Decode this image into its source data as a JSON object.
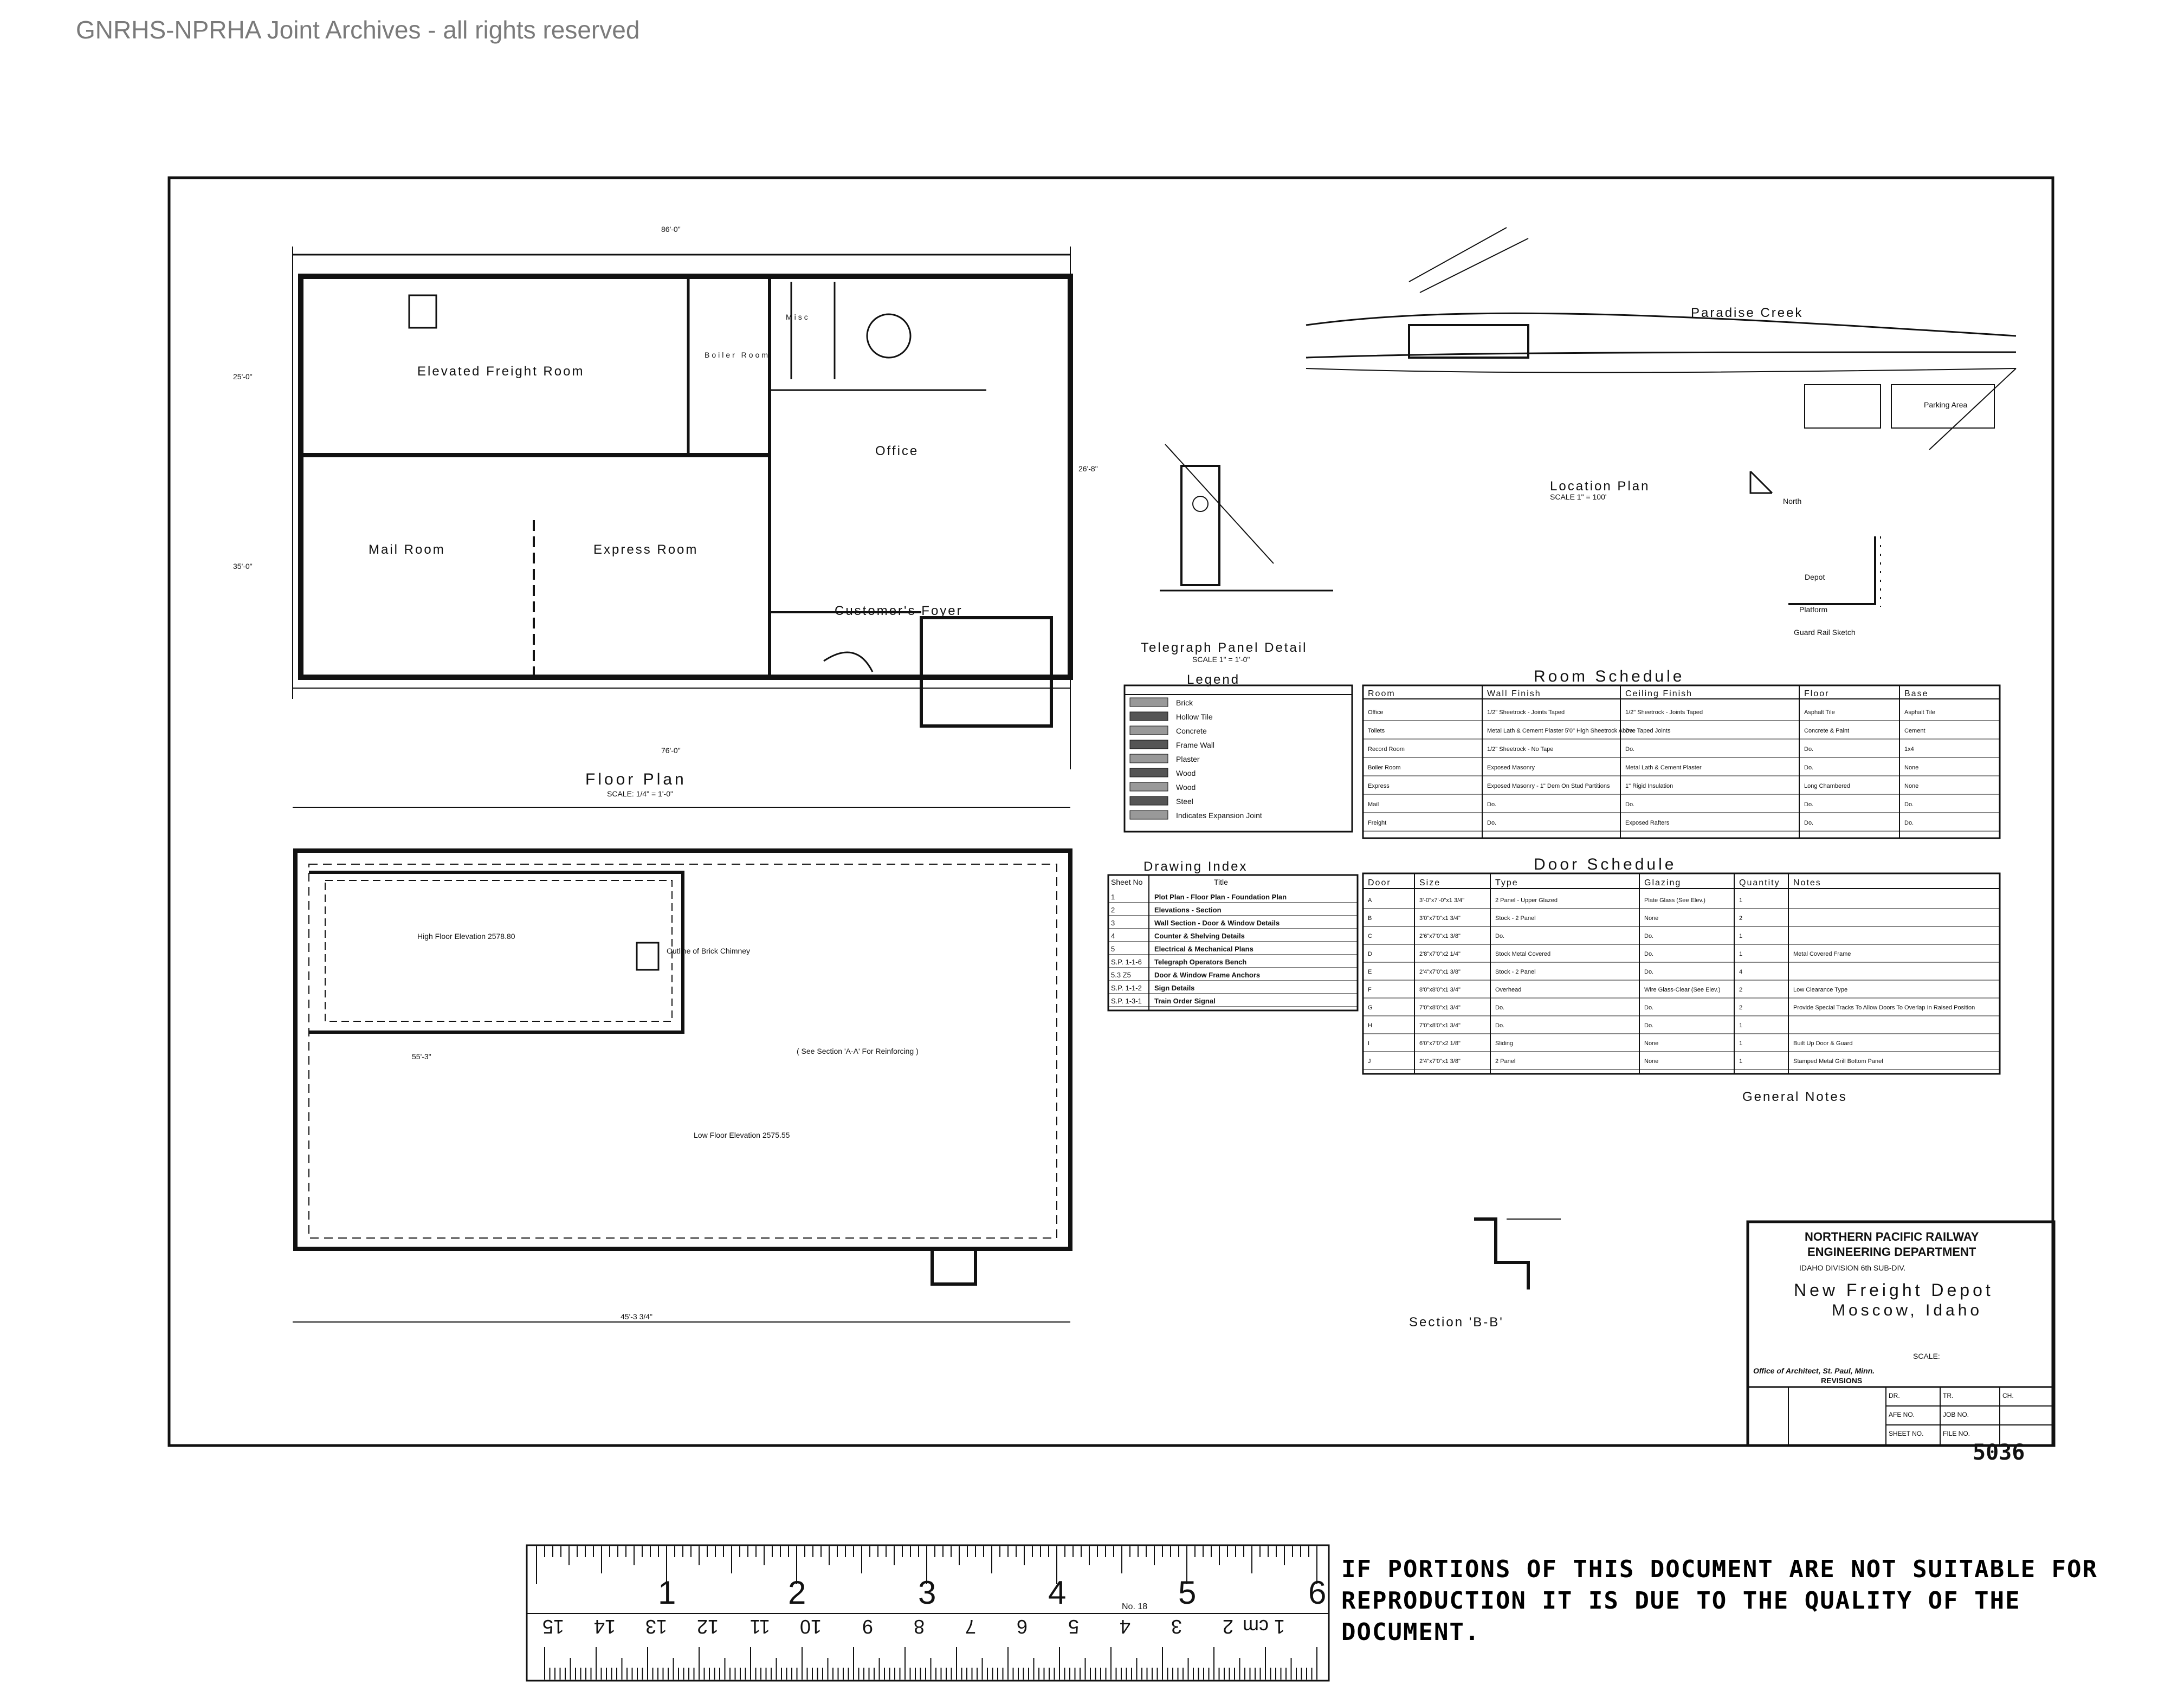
{
  "watermark": "GNRHS-NPRHA Joint Archives - all rights reserved",
  "sheet_number": "5036",
  "floor_plan": {
    "title": "Floor Plan",
    "scale": "SCALE: 1/4\" = 1'-0\"",
    "rooms": [
      "Elevated Freight Room",
      "Mail Room",
      "Express Room",
      "Office",
      "Customer's Foyer",
      "Boiler Room",
      "Misc"
    ],
    "dims": [
      "86'-0\"",
      "25'-0\"",
      "35'-0\"",
      "26'-8\"",
      "76'-0\""
    ]
  },
  "foundation_plan": {
    "labels": [
      "High Floor Elevation 2578.80",
      "Low Floor Elevation 2575.55",
      "( See Section 'A-A' For Reinforcing )",
      "Outline of Brick Chimney"
    ],
    "dims": [
      "55'-3\"",
      "45'-3 3/4\""
    ]
  },
  "location_plan": {
    "title": "Location Plan",
    "scale": "SCALE 1\" = 100'",
    "labels": [
      "Paradise Creek",
      "North",
      "Parking Area"
    ]
  },
  "telegraph_panel": {
    "title": "Telegraph Panel Detail",
    "scale": "SCALE 1\" = 1'-0\""
  },
  "guard_rail": {
    "title": "Guard Rail Sketch",
    "labels": [
      "Depot",
      "Platform"
    ]
  },
  "section_b": {
    "title": "Section 'B-B'"
  },
  "legend": {
    "title": "Legend",
    "items": [
      "Brick",
      "Hollow Tile",
      "Concrete",
      "Frame Wall",
      "Plaster",
      "Wood",
      "Wood",
      "Steel",
      "Indicates Expansion Joint"
    ]
  },
  "drawing_index": {
    "title": "Drawing Index",
    "headers": [
      "Sheet No",
      "Title"
    ],
    "rows": [
      [
        "1",
        "Plot Plan - Floor Plan - Foundation Plan"
      ],
      [
        "2",
        "Elevations - Section"
      ],
      [
        "3",
        "Wall Section - Door & Window Details"
      ],
      [
        "4",
        "Counter & Shelving Details"
      ],
      [
        "5",
        "Electrical & Mechanical Plans"
      ],
      [
        "S.P. 1-1-6",
        "Telegraph Operators Bench"
      ],
      [
        "5.3 Z5",
        "Door & Window Frame Anchors"
      ],
      [
        "S.P. 1-1-2",
        "Sign Details"
      ],
      [
        "S.P. 1-3-1",
        "Train Order Signal"
      ]
    ]
  },
  "room_schedule": {
    "title": "Room Schedule",
    "headers": [
      "Room",
      "Wall Finish",
      "Ceiling Finish",
      "Floor",
      "Base"
    ],
    "rows": [
      [
        "Office",
        "1/2\" Sheetrock - Joints Taped",
        "1/2\" Sheetrock - Joints Taped",
        "Asphalt Tile",
        "Asphalt Tile"
      ],
      [
        "Toilets",
        "Metal Lath & Cement Plaster 5'0\" High Sheetrock Above Taped Joints",
        "Do.",
        "Concrete & Paint",
        "Cement"
      ],
      [
        "Record Room",
        "1/2\" Sheetrock - No Tape",
        "Do.",
        "Do.",
        "1x4"
      ],
      [
        "Boiler Room",
        "Exposed Masonry",
        "Metal Lath & Cement Plaster",
        "Do.",
        "None"
      ],
      [
        "Express",
        "Exposed Masonry - 1\" Dem On Stud Partitions",
        "1\" Rigid Insulation",
        "Long Chambered",
        "None"
      ],
      [
        "Mail",
        "Do.",
        "Do.",
        "Do.",
        "Do."
      ],
      [
        "Freight",
        "Do.",
        "Exposed Rafters",
        "Do.",
        "Do."
      ]
    ]
  },
  "door_schedule": {
    "title": "Door Schedule",
    "headers": [
      "Door",
      "Size",
      "Type",
      "Glazing",
      "Quantity",
      "Notes"
    ],
    "rows": [
      [
        "A",
        "3'-0\"x7'-0\"x1 3/4\"",
        "2 Panel - Upper Glazed",
        "Plate Glass (See Elev.)",
        "1",
        ""
      ],
      [
        "B",
        "3'0\"x7'0\"x1 3/4\"",
        "Stock - 2 Panel",
        "None",
        "2",
        ""
      ],
      [
        "C",
        "2'6\"x7'0\"x1 3/8\"",
        "Do.",
        "Do.",
        "1",
        ""
      ],
      [
        "D",
        "2'8\"x7'0\"x2 1/4\"",
        "Stock Metal Covered",
        "Do.",
        "1",
        "Metal Covered Frame"
      ],
      [
        "E",
        "2'4\"x7'0\"x1 3/8\"",
        "Stock - 2 Panel",
        "Do.",
        "4",
        ""
      ],
      [
        "F",
        "8'0\"x8'0\"x1 3/4\"",
        "Overhead",
        "Wire Glass-Clear (See Elev.)",
        "2",
        "Low Clearance Type"
      ],
      [
        "G",
        "7'0\"x8'0\"x1 3/4\"",
        "Do.",
        "Do.",
        "2",
        "Provide Special Tracks To Allow Doors To Overlap In Raised Position"
      ],
      [
        "H",
        "7'0\"x8'0\"x1 3/4\"",
        "Do.",
        "Do.",
        "1",
        ""
      ],
      [
        "I",
        "6'0\"x7'0\"x2 1/8\"",
        "Sliding",
        "None",
        "1",
        "Built Up Door & Guard"
      ],
      [
        "J",
        "2'4\"x7'0\"x1 3/8\"",
        "2 Panel",
        "None",
        "1",
        "Stamped Metal Grill Bottom Panel"
      ]
    ]
  },
  "general_notes": {
    "title": "General Notes"
  },
  "title_block": {
    "company": "NORTHERN PACIFIC RAILWAY",
    "department": "ENGINEERING DEPARTMENT",
    "division": "IDAHO DIVISION 6th SUB-DIV.",
    "project": "New Freight Depot",
    "location": "Moscow, Idaho",
    "scale_label": "SCALE:",
    "office": "Office of Architect, St. Paul, Minn.",
    "revisions": "REVISIONS",
    "cells": [
      "DR.",
      "TR.",
      "CH.",
      "AFE NO.",
      "JOB NO.",
      "SHEET NO.",
      "FILE NO."
    ]
  },
  "ruler": {
    "inch_labels": [
      "1",
      "2",
      "3",
      "4",
      "5",
      "6"
    ],
    "cm_labels": [
      "1 cm",
      "2",
      "3",
      "4",
      "5",
      "6",
      "7",
      "8",
      "9",
      "10",
      "11",
      "12",
      "13",
      "14",
      "15"
    ],
    "maker": "No. 18"
  },
  "disclaimer": "IF PORTIONS OF THIS DOCUMENT ARE NOT SUITABLE FOR REPRODUCTION IT IS DUE TO THE QUALITY OF THE DOCUMENT."
}
